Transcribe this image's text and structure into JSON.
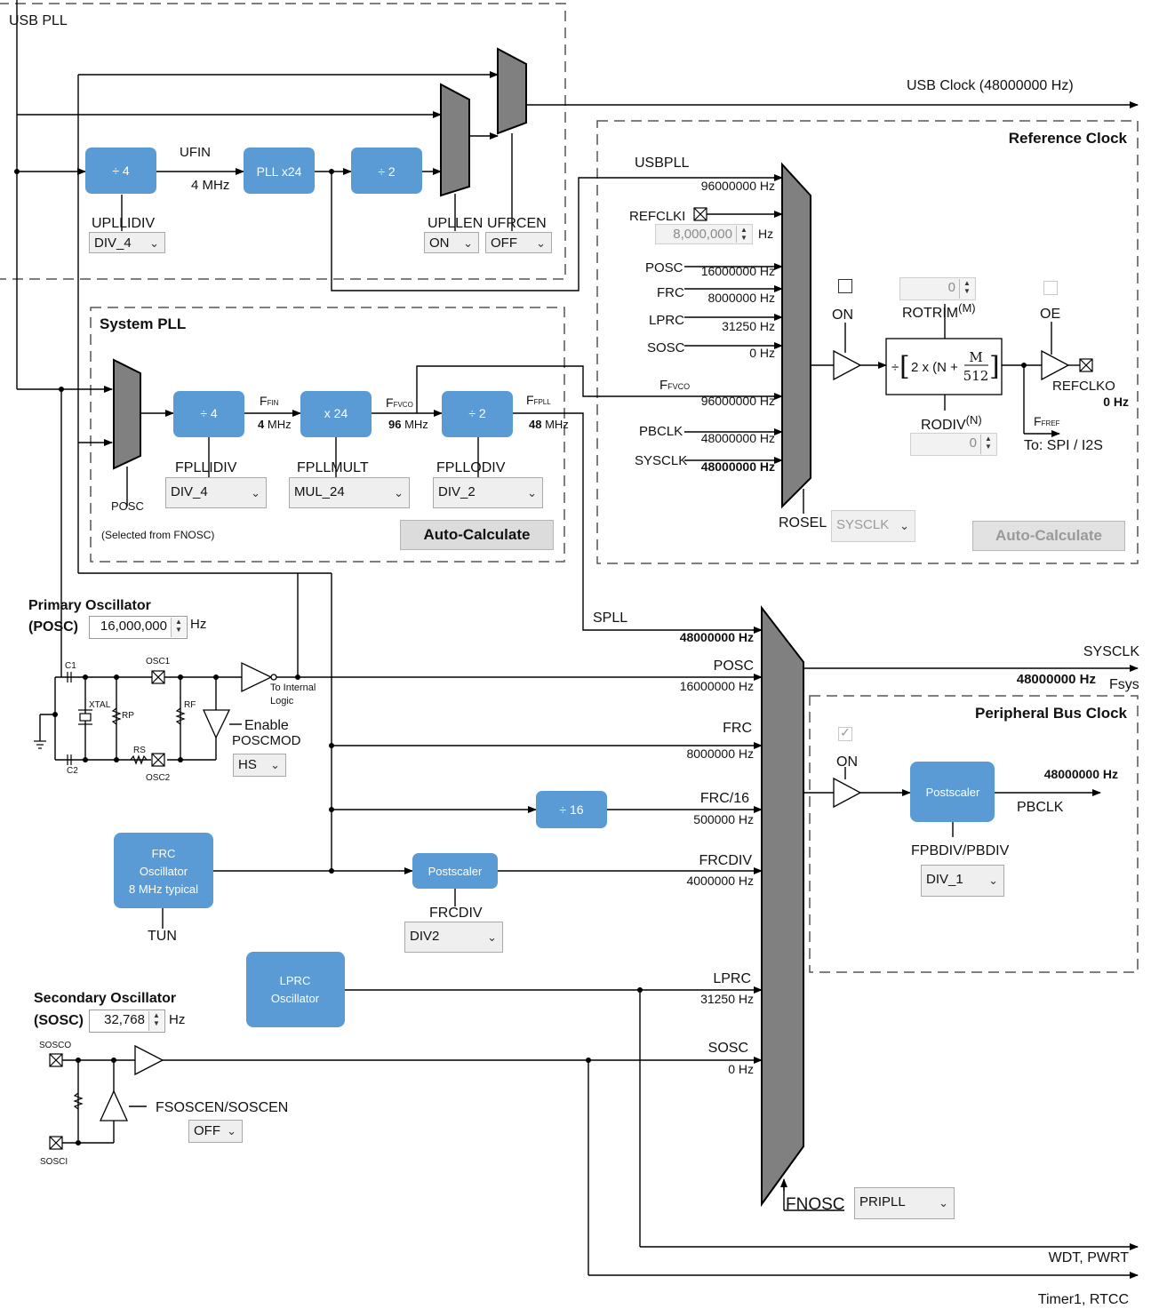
{
  "sections": {
    "usb_pll": "USB PLL",
    "reference_clock": "Reference Clock",
    "system_pll": "System PLL",
    "peripheral_bus_clock": "Peripheral Bus Clock"
  },
  "usb": {
    "div_label": "÷ 4",
    "ufin": "UFIN",
    "ufin_freq": "4 MHz",
    "pll_label": "PLL x24",
    "div2_label": "÷ 2",
    "upllidiv_label": "UPLLIDIV",
    "upllidiv_value": "DIV_4",
    "upllen_label": "UPLLEN",
    "upllen_value": "ON",
    "ufrcen_label": "UFRCEN",
    "ufrcen_value": "OFF",
    "output": "USB Clock (48000000 Hz)"
  },
  "ref": {
    "usbpll": "USBPLL",
    "usbpll_hz": "96000000 Hz",
    "refclki": "REFCLKI",
    "refclki_value": "8,000,000",
    "hz": "Hz",
    "posc": "POSC",
    "posc_hz": "16000000 Hz",
    "frc": "FRC",
    "frc_hz": "8000000 Hz",
    "lprc": "LPRC",
    "lprc_hz": "31250 Hz",
    "sosc": "SOSC",
    "sosc_hz": "0 Hz",
    "fvco": "FVCO",
    "fvco_hz": "96000000 Hz",
    "pbclk": "PBCLK",
    "pbclk_hz": "48000000 Hz",
    "sysclk": "SYSCLK",
    "sysclk_hz": "48000000 Hz",
    "on": "ON",
    "rotrim": "ROTRIM",
    "rotrim_m": "(M)",
    "rotrim_value": "0",
    "rodiv": "RODIV",
    "rodiv_n": "(N)",
    "rodiv_value": "0",
    "formula_prefix": "÷",
    "formula_body": "2 x (N +",
    "formula_m": "M",
    "formula_512": "512",
    "oe": "OE",
    "refclko": "REFCLKO",
    "refclko_hz": "0 Hz",
    "fref": "FREF",
    "to_spi": "To: SPI / I2S",
    "rosel": "ROSEL",
    "rosel_value": "SYSCLK",
    "autocalc": "Auto-Calculate"
  },
  "syspll": {
    "posc": "POSC",
    "selected_from": "(Selected from FNOSC)",
    "div_label": "÷ 4",
    "mul_label": "x 24",
    "div2_label": "÷ 2",
    "fin": "FIN",
    "fin_freq_num": "4",
    "fin_freq_unit": "MHz",
    "fvco": "FVCO",
    "fvco_num": "96",
    "fvco_unit": "MHz",
    "fpll": "FPLL",
    "fpll_num": "48",
    "fpll_unit": "MHz",
    "fpllidiv_label": "FPLLIDIV",
    "fpllidiv_value": "DIV_4",
    "fpllmult_label": "FPLLMULT",
    "fpllmult_value": "MUL_24",
    "fpllodiv_label": "FPLLODIV",
    "fpllodiv_value": "DIV_2",
    "autocalc": "Auto-Calculate"
  },
  "posc": {
    "title1": "Primary Oscillator",
    "title2": "(POSC)",
    "value": "16,000,000",
    "hz": "Hz",
    "c1": "C1",
    "c2": "C2",
    "xtal": "XTAL",
    "rp": "RP",
    "rf": "RF",
    "rs": "RS",
    "osc1": "OSC1",
    "osc2": "OSC2",
    "to_internal": "To Internal",
    "logic": "Logic",
    "enable": "Enable",
    "poscmod": "POSCMOD",
    "poscmod_value": "HS"
  },
  "frc": {
    "line1": "FRC",
    "line2": "Oscillator",
    "line3": "8 MHz typical",
    "tun": "TUN",
    "postscaler": "Postscaler",
    "frcdiv_label": "FRCDIV",
    "frcdiv_value": "DIV2",
    "div16": "÷ 16"
  },
  "lprc": {
    "line1": "LPRC",
    "line2": "Oscillator"
  },
  "sosc": {
    "title1": "Secondary Oscillator",
    "title2": "(SOSC)",
    "value": "32,768",
    "hz": "Hz",
    "sosco": "SOSCO",
    "sosci": "SOSCI",
    "fsoscen": "FSOSCEN/SOSCEN",
    "fsoscen_value": "OFF"
  },
  "main_mux": {
    "spll": "SPLL",
    "spll_hz": "48000000 Hz",
    "posc": "POSC",
    "posc_hz": "16000000 Hz",
    "frc": "FRC",
    "frc_hz": "8000000 Hz",
    "frc16": "FRC/16",
    "frc16_hz": "500000 Hz",
    "frcdiv": "FRCDIV",
    "frcdiv_hz": "4000000 Hz",
    "lprc": "LPRC",
    "lprc_hz": "31250 Hz",
    "sosc": "SOSC",
    "sosc_hz": "0 Hz",
    "fnosc": "FNOSC",
    "fnosc_value": "PRIPLL",
    "sysclk": "SYSCLK",
    "sysclk_hz": "48000000 Hz",
    "fsys": "Fsys"
  },
  "pbclk": {
    "on": "ON",
    "postscaler": "Postscaler",
    "hz": "48000000 Hz",
    "pbclk": "PBCLK",
    "div_label": "FPBDIV/PBDIV",
    "div_value": "DIV_1"
  },
  "outputs": {
    "wdt": "WDT, PWRT",
    "timer1": "Timer1, RTCC"
  },
  "colors": {
    "block": "#5b9bd5",
    "mux": "#808080",
    "line": "#000000",
    "dashed": "#555555"
  }
}
